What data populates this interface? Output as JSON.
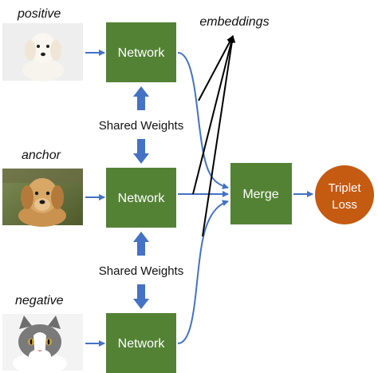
{
  "labels": {
    "positive": "positive",
    "anchor": "anchor",
    "negative": "negative",
    "embeddings": "embeddings"
  },
  "networks": {
    "top": "Network",
    "middle": "Network",
    "bottom": "Network"
  },
  "shared_weights": {
    "upper": "Shared Weights",
    "lower": "Shared Weights"
  },
  "merge": "Merge",
  "loss": {
    "line1": "Triplet",
    "line2": "Loss"
  },
  "colors": {
    "network_green": "#548235",
    "loss_orange": "#C55A11",
    "arrow_blue": "#4472C4",
    "embedding_lines": "#000000"
  },
  "images": {
    "positive": "white-puppy-photo",
    "anchor": "golden-puppy-photo",
    "negative": "gray-white-cat-photo"
  }
}
